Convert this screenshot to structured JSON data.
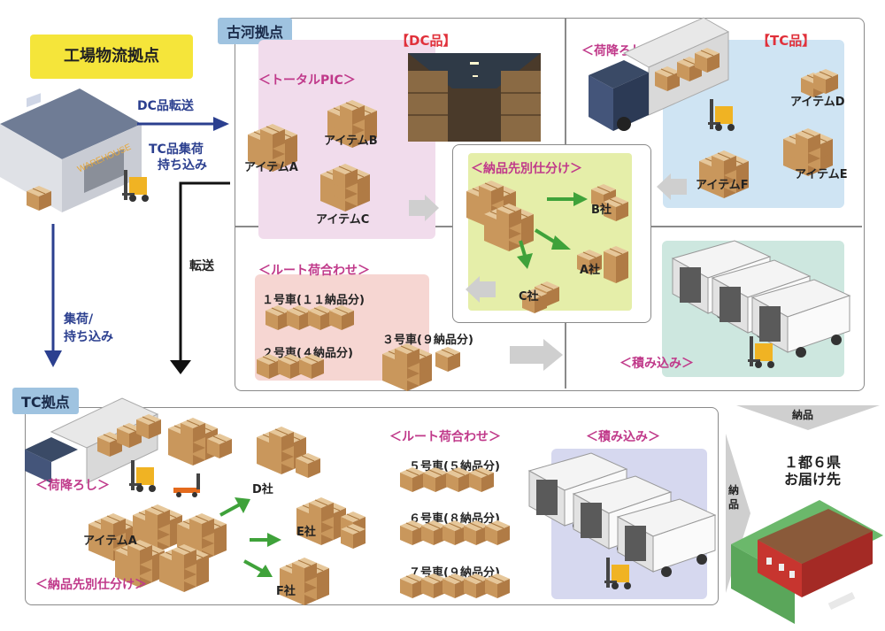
{
  "factory": {
    "title": "工場物流拠点",
    "sign": "WAREHOUSE"
  },
  "koga": {
    "hub_label": "古河拠点",
    "dc_title": "【DC品】",
    "tc_title": "【TC品】",
    "total_pic": "＜トータルPIC＞",
    "items_dc": [
      "アイテムA",
      "アイテムB",
      "アイテムC"
    ],
    "unloading": "＜荷降ろし＞",
    "items_tc": [
      "アイテムD",
      "アイテムE",
      "アイテムF"
    ],
    "sorting": "＜納品先別仕分け＞",
    "companies": [
      "B社",
      "A社",
      "C社"
    ],
    "route": "＜ルート荷合わせ＞",
    "trucks": [
      "１号車(１１納品分)",
      "２号車(４納品分)",
      "３号車(９納品分)"
    ],
    "loading": "＜積み込み＞"
  },
  "tc": {
    "hub_label": "TC拠点",
    "unloading": "＜荷降ろし＞",
    "item": "アイテムA",
    "sorting": "＜納品先別仕分け＞",
    "companies": [
      "D社",
      "E社",
      "F社"
    ],
    "route": "＜ルート荷合わせ＞",
    "trucks": [
      "５号車(５納品分)",
      "６号車(８納品分)",
      "７号車(９納品分)"
    ],
    "loading": "＜積み込み＞"
  },
  "flows": {
    "dc_transfer": "DC品転送",
    "tc_bring_1": "TC品集荷",
    "tc_bring_2": "持ち込み",
    "transfer": "転送",
    "collect_1": "集荷/",
    "collect_2": "持ち込み",
    "delivery_top": "納品",
    "delivery_side": "納品"
  },
  "destination": {
    "line1": "１都６県",
    "line2": "お届け先"
  },
  "colors": {
    "pink_area": "#f1dcec",
    "blue_area": "#cfe4f3",
    "green_area": "#e5eea9",
    "salmon_area": "#f6d6d2",
    "teal_area": "#cde7df",
    "lavender_area": "#d6d8ef",
    "hub_label": "#9fc3e0",
    "factory_label": "#f5e53a",
    "accent_text": "#c0398a",
    "red_text": "#e0303a",
    "flow_blue": "#2b3f8f",
    "arrow_green": "#3fa23a"
  }
}
